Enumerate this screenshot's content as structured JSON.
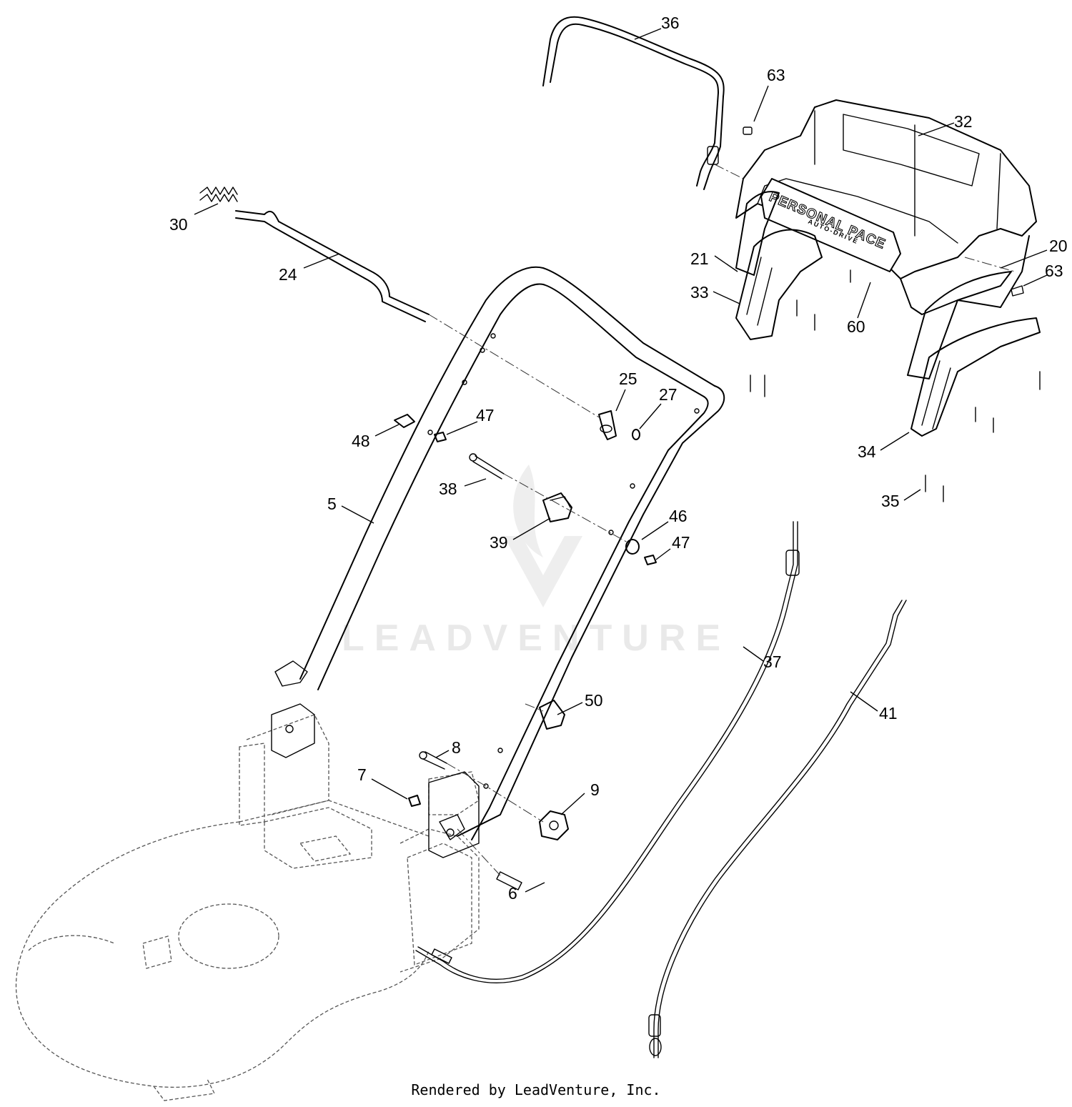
{
  "diagram": {
    "brand_label": "PERSONAL PACE",
    "brand_sublabel": "AUTO-DRIVE",
    "watermark": "LEADVENTURE",
    "footer": "Rendered by LeadVenture, Inc.",
    "callouts": {
      "c36": "36",
      "c63a": "63",
      "c32": "32",
      "c30": "30",
      "c24": "24",
      "c21": "21",
      "c20": "20",
      "c63b": "63",
      "c33": "33",
      "c60": "60",
      "c25": "25",
      "c27": "27",
      "c47a": "47",
      "c48": "48",
      "c38": "38",
      "c34": "34",
      "c35": "35",
      "c5": "5",
      "c46": "46",
      "c39": "39",
      "c47b": "47",
      "c37": "37",
      "c50": "50",
      "c41": "41",
      "c8": "8",
      "c7": "7",
      "c9": "9",
      "c6": "6"
    }
  }
}
